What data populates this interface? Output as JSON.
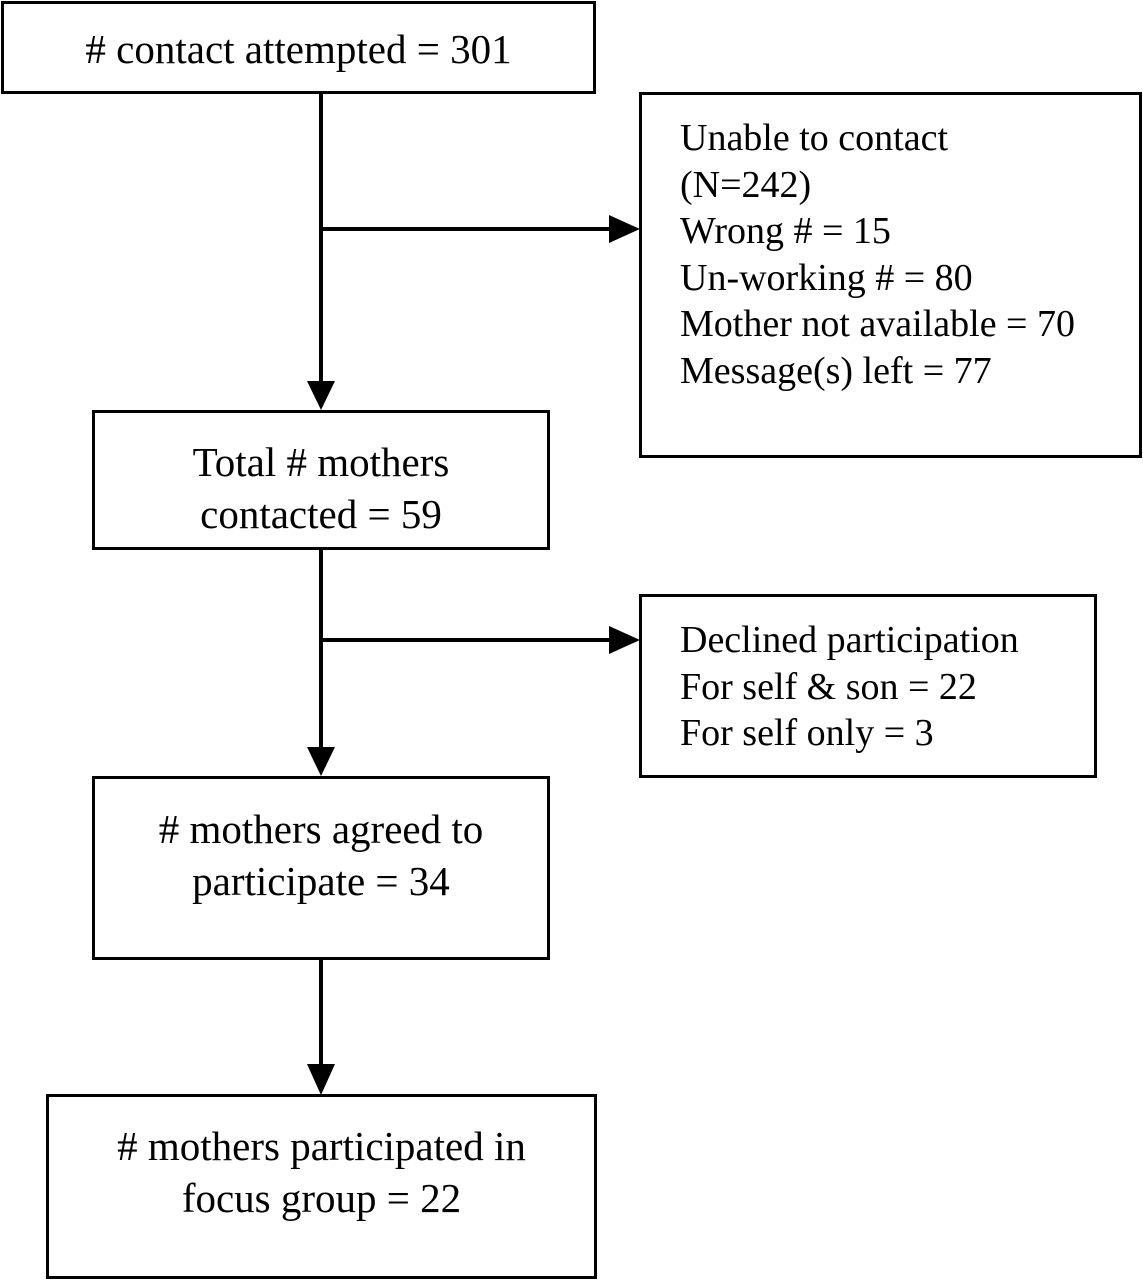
{
  "nodes": {
    "attempted": {
      "lines": [
        "# contact attempted = 301"
      ]
    },
    "unable": {
      "lines": [
        "Unable to contact",
        "(N=242)",
        "Wrong # = 15",
        "Un-working # = 80",
        "Mother not available = 70",
        "Message(s) left = 77"
      ]
    },
    "contacted": {
      "lines": [
        "Total # mothers",
        "contacted = 59"
      ]
    },
    "declined": {
      "lines": [
        "Declined participation",
        "For self & son = 22",
        "For self only = 3"
      ]
    },
    "agreed": {
      "lines": [
        "# mothers agreed to",
        "participate = 34"
      ]
    },
    "participated": {
      "lines": [
        "# mothers participated in",
        "focus group = 22"
      ]
    }
  },
  "edges": [
    {
      "from": "attempted",
      "to": "contacted"
    },
    {
      "from": "attempted",
      "to": "unable"
    },
    {
      "from": "contacted",
      "to": "agreed"
    },
    {
      "from": "contacted",
      "to": "declined"
    },
    {
      "from": "agreed",
      "to": "participated"
    }
  ]
}
